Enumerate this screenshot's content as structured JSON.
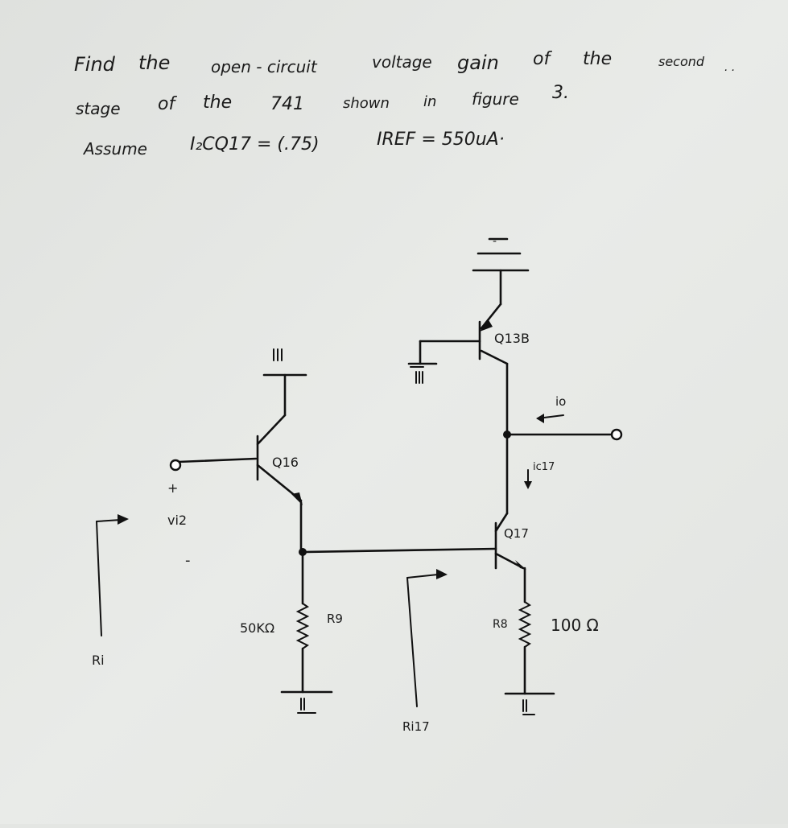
{
  "problem": {
    "line1": [
      "Find",
      "the",
      "open - circuit",
      "voltage",
      "gain",
      "of",
      "the",
      "second"
    ],
    "line2": [
      "stage",
      "of",
      "the",
      "741",
      "shown",
      "in",
      "figure",
      "3."
    ],
    "line3": [
      "Assume",
      "I₂CQ17 = (.75)",
      "IREF = 550uA·"
    ]
  },
  "circuit": {
    "transistors": {
      "q16": "Q16",
      "q13b": "Q13B",
      "q17": "Q17"
    },
    "resistors": {
      "r9_value": "50KΩ",
      "r9_name": "R9",
      "r8_name": "R8",
      "r8_value": "100 Ω"
    },
    "currents": {
      "io": "io",
      "ic17": "ic17"
    },
    "input": {
      "plus": "+",
      "vi2": "vi2",
      "minus": "-"
    },
    "resistance_labels": {
      "ri": "Ri",
      "ri17": "Ri17"
    },
    "supply_plus": "-"
  }
}
